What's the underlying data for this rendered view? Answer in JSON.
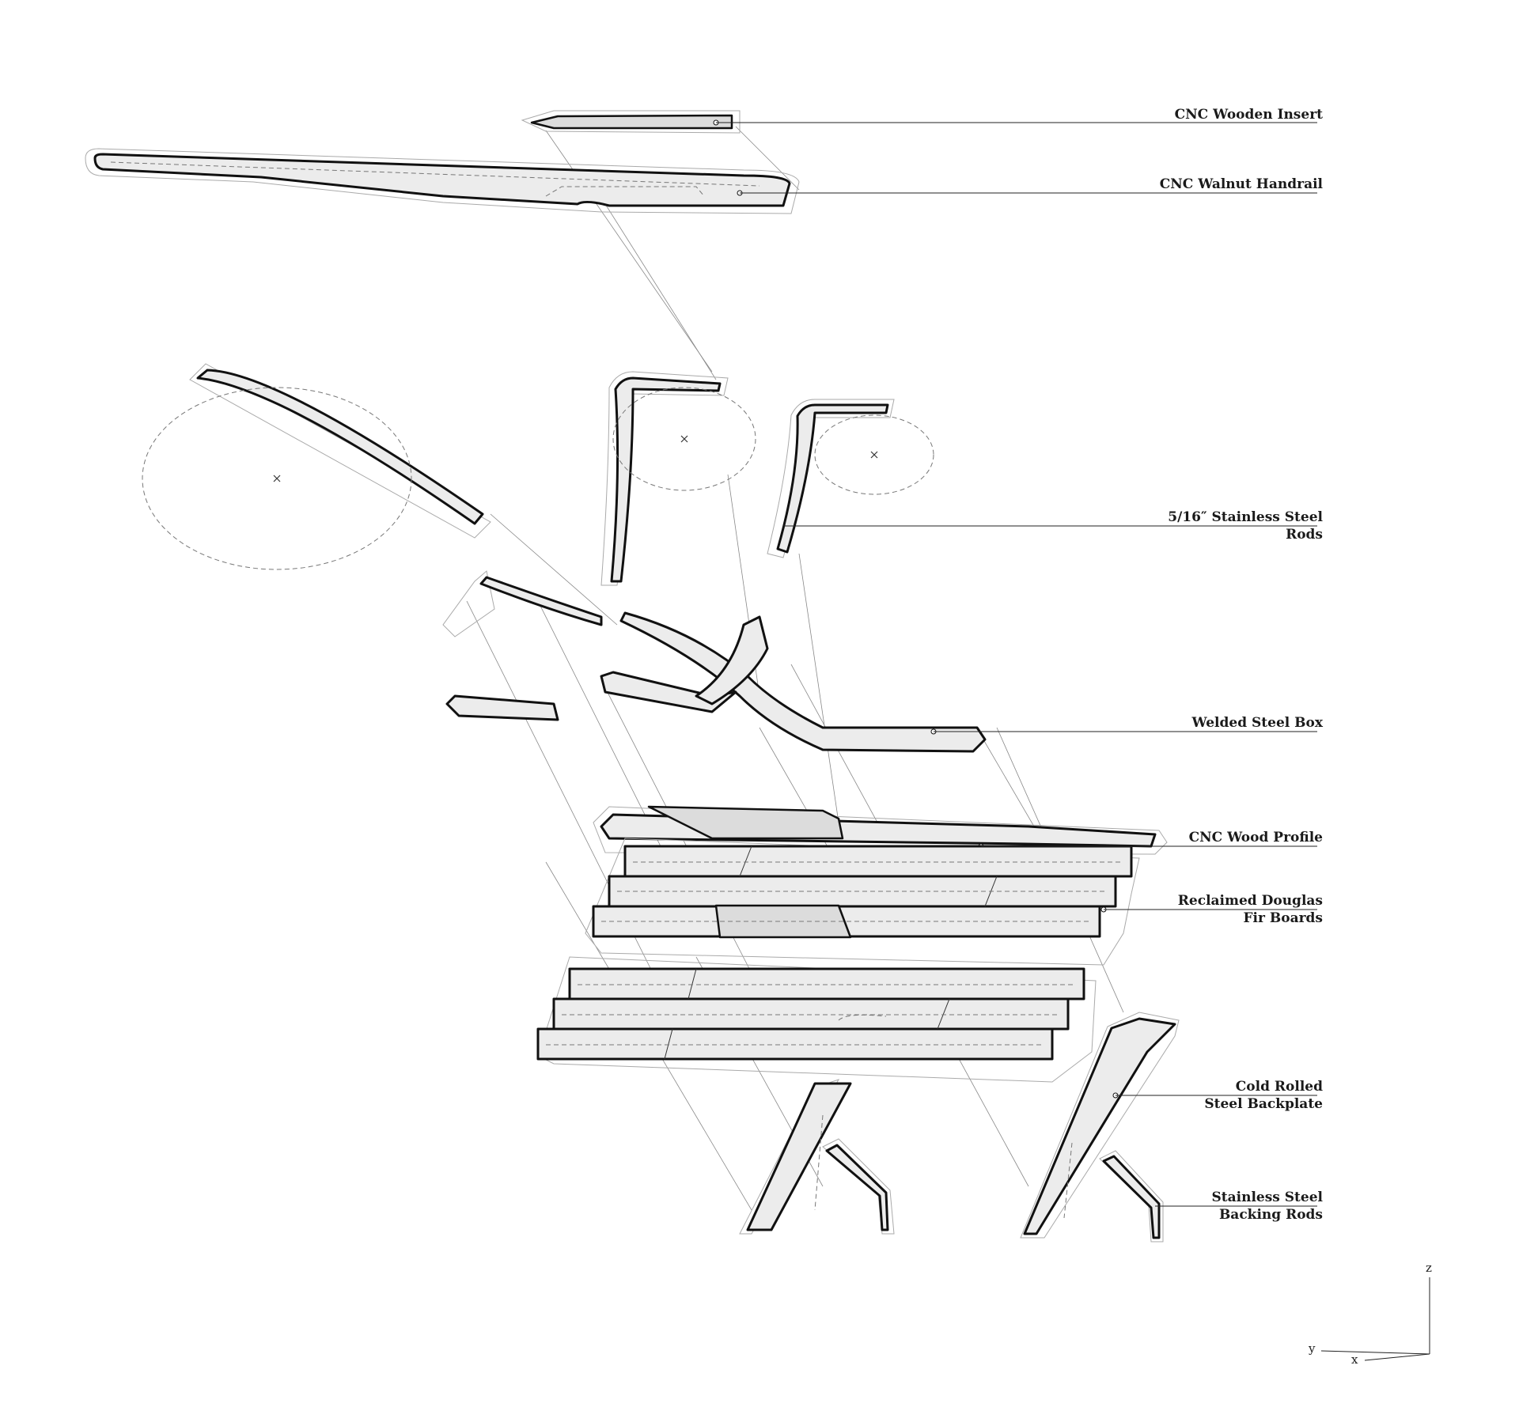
{
  "labels": {
    "cnc_wooden_insert": "CNC Wooden Insert",
    "cnc_walnut_handrail": "CNC Walnut Handrail",
    "stainless_rods_line1": "5/16″   Stainless   Steel",
    "stainless_rods_line2": "Rods",
    "welded_steel_box": "Welded Steel Box",
    "cnc_wood_profile": "CNC Wood Profile",
    "douglas_fir_line1": "Reclaimed   Douglas",
    "douglas_fir_line2": "Fir Boards",
    "backplate_line1": "Cold Rolled",
    "backplate_line2": "Steel Backplate",
    "backing_rods_line1": "Stainless Steel",
    "backing_rods_line2": "Backing   Rods"
  },
  "axes": {
    "z": "z",
    "y": "y",
    "x": "x"
  },
  "colors": {
    "line": "#111111",
    "fill_light": "#ececec",
    "fill_mid": "#dcdcdc",
    "construction": "#888888"
  }
}
